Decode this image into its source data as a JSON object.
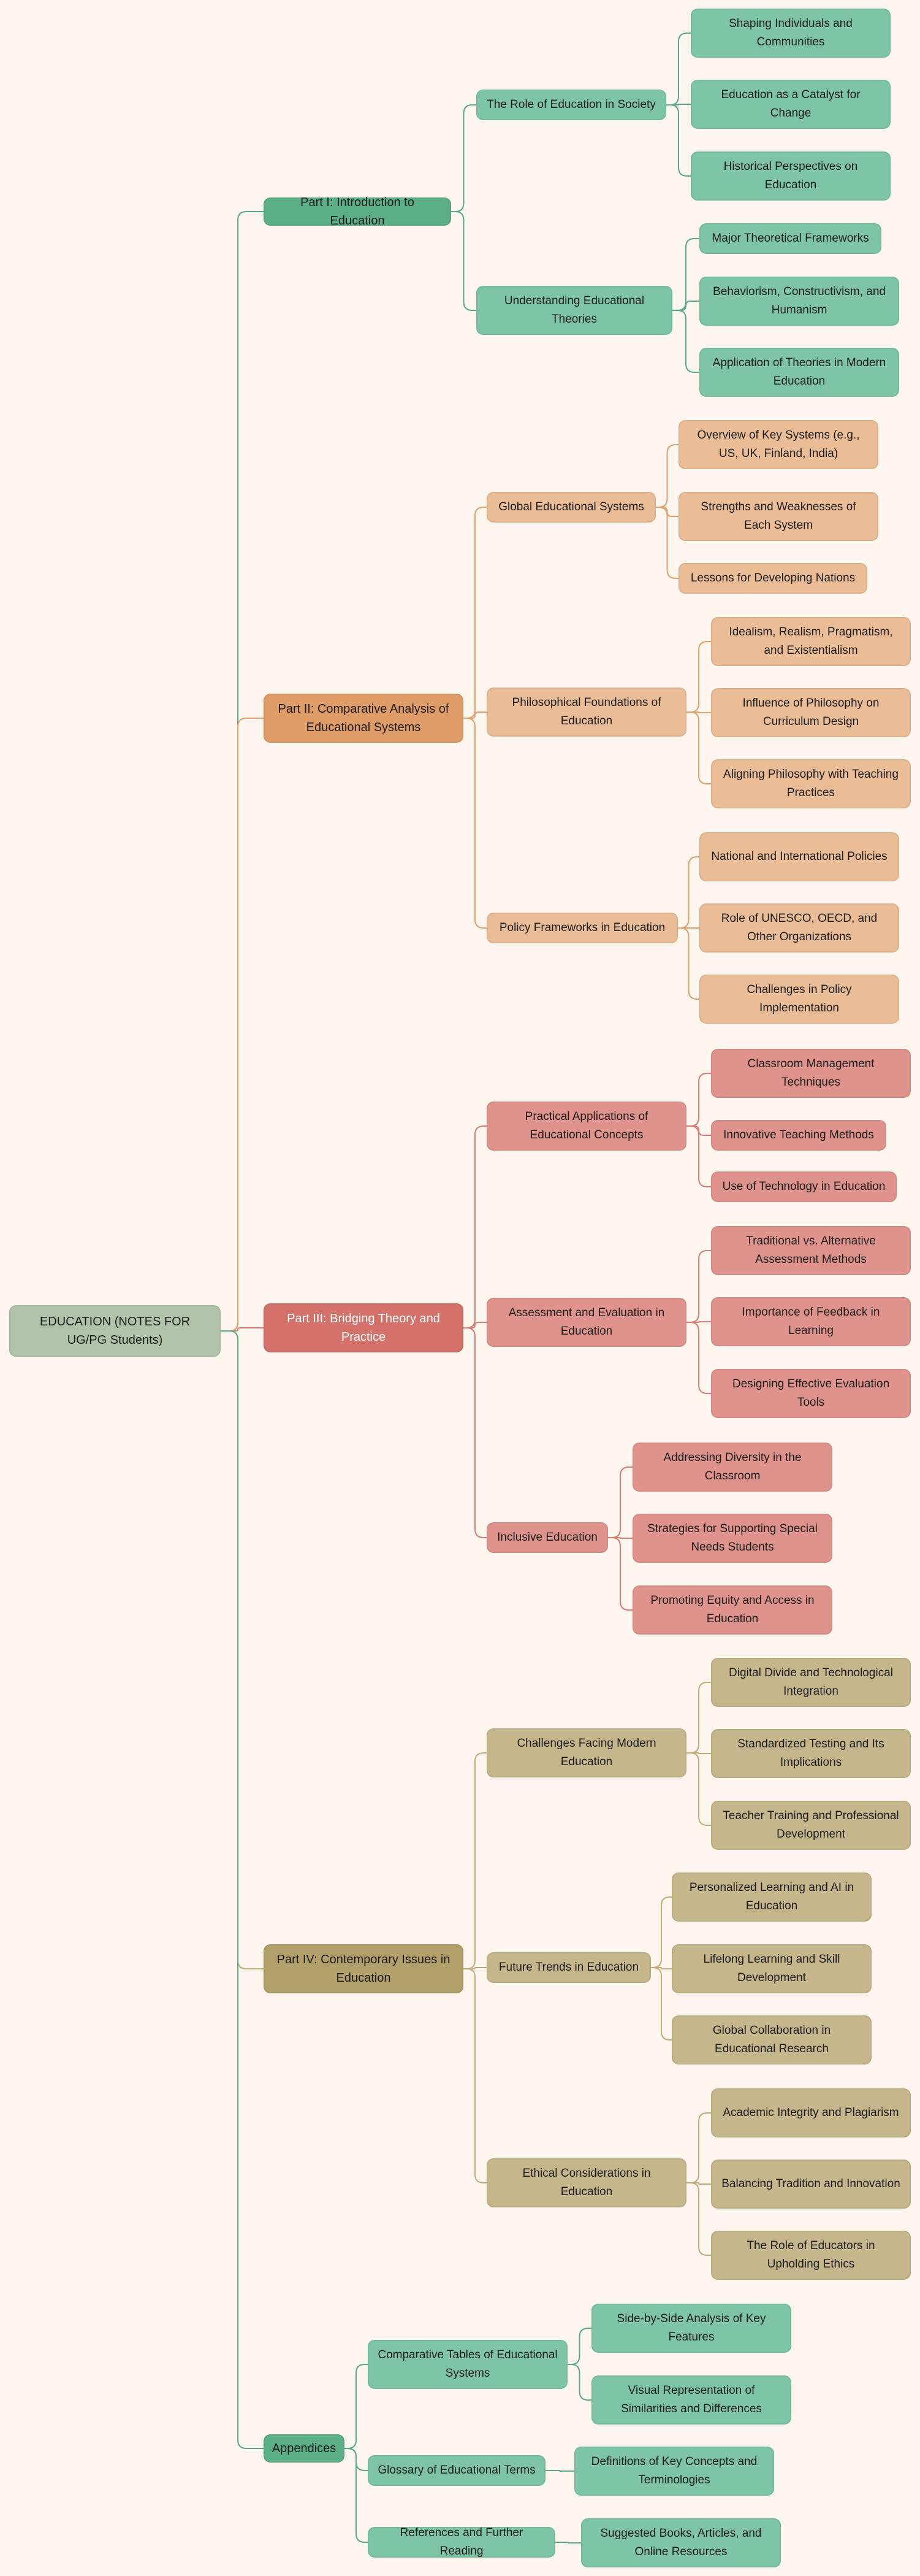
{
  "colors": {
    "background": "#fcf6ee",
    "root": "#b0c3a8",
    "teal_main": "#5aaf87",
    "teal_light": "#7dc5a6",
    "teal_line": "#5aa886",
    "orange_main": "#e09c67",
    "orange_light": "#eabd97",
    "orange_line": "#dfa06c",
    "red_main": "#d4716a",
    "red_light": "#e0938d",
    "red_line": "#d97c73",
    "olive_main": "#b29f6a",
    "olive_light": "#c6b68c",
    "olive_line": "#c4a977"
  },
  "mindmap": {
    "root": "EDUCATION (NOTES FOR UG/PG Students)",
    "parts": [
      {
        "label": "Part I: Introduction to Education",
        "topics": [
          {
            "label": "The Role of Education in Society",
            "items": [
              "Shaping Individuals and Communities",
              "Education as a Catalyst for Change",
              "Historical Perspectives on Education"
            ]
          },
          {
            "label": "Understanding Educational Theories",
            "items": [
              "Major Theoretical Frameworks",
              "Behaviorism, Constructivism, and Humanism",
              "Application of Theories in Modern Education"
            ]
          }
        ]
      },
      {
        "label": "Part II: Comparative Analysis of Educational Systems",
        "topics": [
          {
            "label": "Global Educational Systems",
            "items": [
              "Overview of Key Systems (e.g., US, UK, Finland, India)",
              "Strengths and Weaknesses of Each System",
              "Lessons for Developing Nations"
            ]
          },
          {
            "label": "Philosophical Foundations of Education",
            "items": [
              "Idealism, Realism, Pragmatism, and Existentialism",
              "Influence of Philosophy on Curriculum Design",
              "Aligning Philosophy with Teaching Practices"
            ]
          },
          {
            "label": "Policy Frameworks in Education",
            "items": [
              "National and International Policies",
              "Role of UNESCO, OECD, and Other Organizations",
              "Challenges in Policy Implementation"
            ]
          }
        ]
      },
      {
        "label": "Part III: Bridging Theory and Practice",
        "topics": [
          {
            "label": "Practical Applications of Educational Concepts",
            "items": [
              "Classroom Management Techniques",
              "Innovative Teaching Methods",
              "Use of Technology in Education"
            ]
          },
          {
            "label": "Assessment and Evaluation in Education",
            "items": [
              "Traditional vs. Alternative Assessment Methods",
              "Importance of Feedback in Learning",
              "Designing Effective Evaluation Tools"
            ]
          },
          {
            "label": "Inclusive Education",
            "items": [
              "Addressing Diversity in the Classroom",
              "Strategies for Supporting Special Needs Students",
              "Promoting Equity and Access in Education"
            ]
          }
        ]
      },
      {
        "label": "Part IV: Contemporary Issues in Education",
        "topics": [
          {
            "label": "Challenges Facing Modern Education",
            "items": [
              "Digital Divide and Technological Integration",
              "Standardized Testing and Its Implications",
              "Teacher Training and Professional Development"
            ]
          },
          {
            "label": "Future Trends in Education",
            "items": [
              "Personalized Learning and AI in Education",
              "Lifelong Learning and Skill Development",
              "Global Collaboration in Educational Research"
            ]
          },
          {
            "label": "Ethical Considerations in Education",
            "items": [
              "Academic Integrity and Plagiarism",
              "Balancing Tradition and Innovation",
              "The Role of Educators in Upholding Ethics"
            ]
          }
        ]
      },
      {
        "label": "Appendices",
        "topics": [
          {
            "label": "Comparative Tables of Educational Systems",
            "items": [
              "Side-by-Side Analysis of Key Features",
              "Visual Representation of Similarities and Differences"
            ]
          },
          {
            "label": "Glossary of Educational Terms",
            "items": [
              "Definitions of Key Concepts and Terminologies"
            ]
          },
          {
            "label": "References and Further Reading",
            "items": [
              "Suggested Books, Articles, and Online Resources"
            ]
          }
        ]
      }
    ]
  }
}
